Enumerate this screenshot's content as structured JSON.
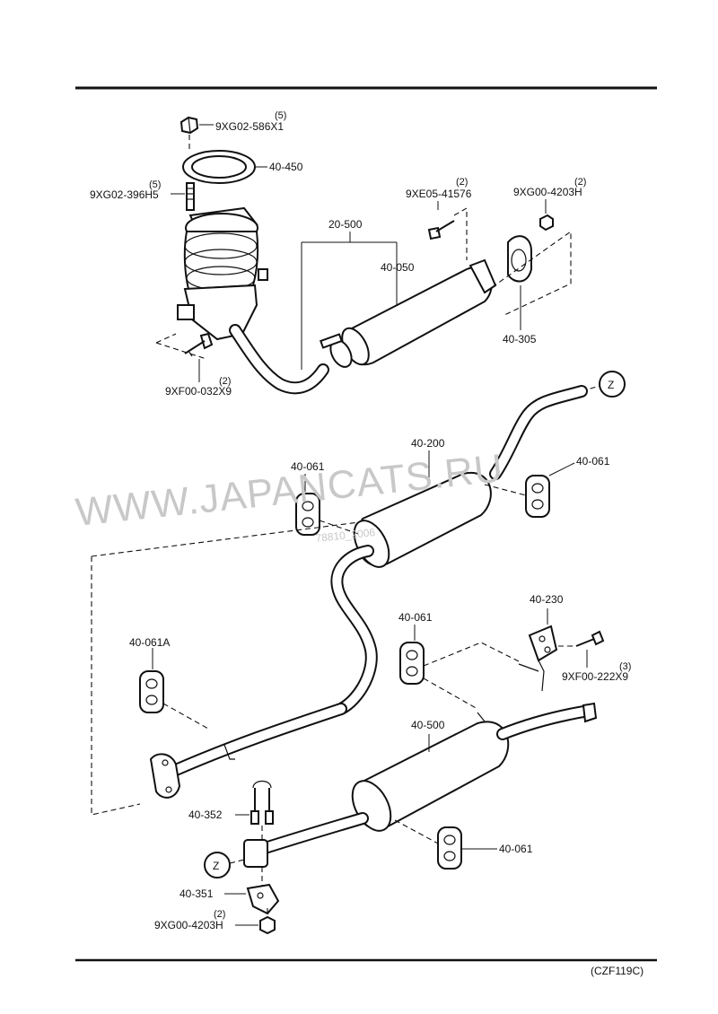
{
  "watermark": {
    "text": "WWW.JAPANCATS.RU",
    "stamp": "78810_2006"
  },
  "figure_code": "(CZF119C)",
  "zone_marker": "Z",
  "callouts": {
    "nut_top": {
      "code": "9XG02-586X1",
      "qty": "(5)"
    },
    "gasket_top": {
      "code": "40-450"
    },
    "stud": {
      "code": "9XG02-396H5",
      "qty": "(5)"
    },
    "assembly": {
      "code": "20-500"
    },
    "front_pipe": {
      "code": "40-050"
    },
    "bolt_front": {
      "code": "9XE05-41576",
      "qty": "(2)"
    },
    "nut_front": {
      "code": "9XG00-4203H",
      "qty": "(2)"
    },
    "gasket_front": {
      "code": "40-305"
    },
    "bolt_conv": {
      "code": "9XF00-032X9",
      "qty": "(2)"
    },
    "center_muffler": {
      "code": "40-200"
    },
    "hanger_left_top": {
      "code": "40-061"
    },
    "hanger_right_top": {
      "code": "40-061"
    },
    "hanger_mid": {
      "code": "40-061"
    },
    "bracket": {
      "code": "40-230"
    },
    "bolt_bracket": {
      "code": "9XF00-222X9",
      "qty": "(3)"
    },
    "hanger_a": {
      "code": "40-061A"
    },
    "main_muffler": {
      "code": "40-500"
    },
    "u_bolt": {
      "code": "40-352"
    },
    "hanger_rear": {
      "code": "40-061"
    },
    "clamp": {
      "code": "40-351"
    },
    "nut_rear": {
      "code": "9XG00-4203H",
      "qty": "(2)"
    }
  }
}
